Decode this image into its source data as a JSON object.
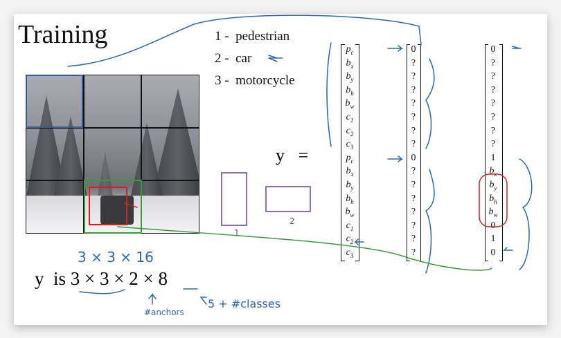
{
  "title": "Training",
  "classes": [
    "1 -  pedestrian",
    "2 -  car",
    "3 -  motorcycle"
  ],
  "y_equals": "y   =",
  "vector_labels": [
    "p",
    "b",
    "b",
    "b",
    "b",
    "c",
    "c",
    "c",
    "p",
    "b",
    "b",
    "b",
    "b",
    "c",
    "c",
    "c"
  ],
  "vector_label_subs": [
    "c",
    "x",
    "y",
    "h",
    "w",
    "1",
    "2",
    "3",
    "c",
    "x",
    "y",
    "h",
    "w",
    "1",
    "2",
    "3"
  ],
  "vector_example1": [
    "0",
    "?",
    "?",
    "?",
    "?",
    "?",
    "?",
    "?",
    "0",
    "?",
    "?",
    "?",
    "?",
    "?",
    "?",
    "?"
  ],
  "vector_example2": [
    "0",
    "?",
    "?",
    "?",
    "?",
    "?",
    "?",
    "?",
    "1",
    "bx",
    "by",
    "bh",
    "bw",
    "0",
    "1",
    "0"
  ],
  "formula": "y  is 3 × 3 × 2 × 8",
  "annotations": {
    "product": "3 × 3 × 16",
    "anchors": "#anchors",
    "classes_note": "5 + #classes",
    "anchor_box_1": "1",
    "anchor_box_2": "2"
  },
  "colors": {
    "blue_ink": "#2a66b8",
    "green_ink": "#3a9a3a",
    "red_ink": "#d42020",
    "purple_ink": "#6a3fa8"
  }
}
